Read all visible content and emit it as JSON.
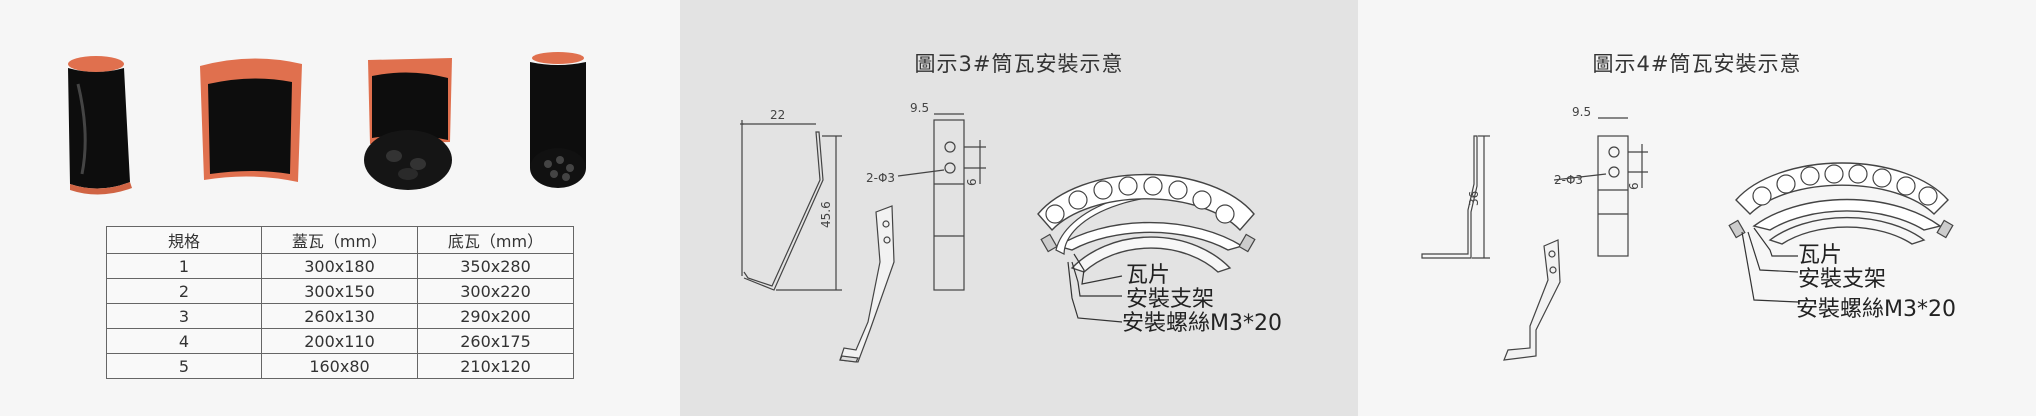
{
  "spec_table": {
    "headers": [
      "規格",
      "蓋瓦（mm）",
      "底瓦（mm）"
    ],
    "rows": [
      [
        "1",
        "300x180",
        "350x280"
      ],
      [
        "2",
        "300x150",
        "300x220"
      ],
      [
        "3",
        "260x130",
        "290x200"
      ],
      [
        "4",
        "200x110",
        "260x175"
      ],
      [
        "5",
        "160x80",
        "210x120"
      ]
    ]
  },
  "panel3": {
    "title": "圖示3#筒瓦安裝示意",
    "dim_top": "22",
    "dim_height": "45.6",
    "dim_width": "9.5",
    "hole_label": "2-Φ3",
    "dim_small": "6",
    "callout_tile": "瓦片",
    "callout_bracket": "安裝支架",
    "callout_screw": "安裝螺絲M3*20"
  },
  "panel4": {
    "title": "圖示4#筒瓦安裝示意",
    "dim_height": "36",
    "dim_width": "9.5",
    "hole_label": "2-Φ3",
    "dim_small": "6",
    "callout_tile": "瓦片",
    "callout_bracket": "安裝支架",
    "callout_screw": "安裝螺絲M3*20"
  },
  "colors": {
    "glaze_black": "#0d0d0d",
    "clay_orange": "#e0704e",
    "panel_gray": "#e3e3e3"
  }
}
